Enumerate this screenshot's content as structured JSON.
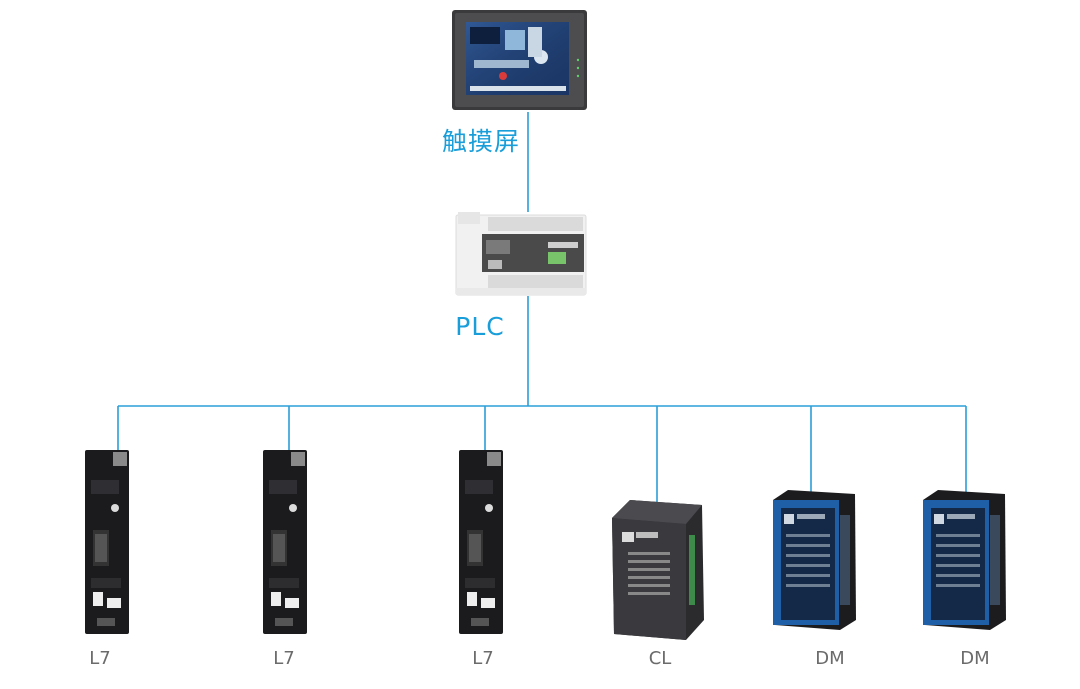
{
  "diagram": {
    "hmi": {
      "label": "触摸屏"
    },
    "plc": {
      "label": "PLC"
    },
    "devices": [
      {
        "label": "L7",
        "kind": "servo-drive"
      },
      {
        "label": "L7",
        "kind": "servo-drive"
      },
      {
        "label": "L7",
        "kind": "servo-drive"
      },
      {
        "label": "CL",
        "kind": "closed-loop-stepper-driver"
      },
      {
        "label": "DM",
        "kind": "stepper-driver"
      },
      {
        "label": "DM",
        "kind": "stepper-driver"
      }
    ]
  },
  "colors": {
    "connector": "#2a9fd8",
    "main_label": "#1a9ed9",
    "device_label": "#6b6b6b"
  }
}
